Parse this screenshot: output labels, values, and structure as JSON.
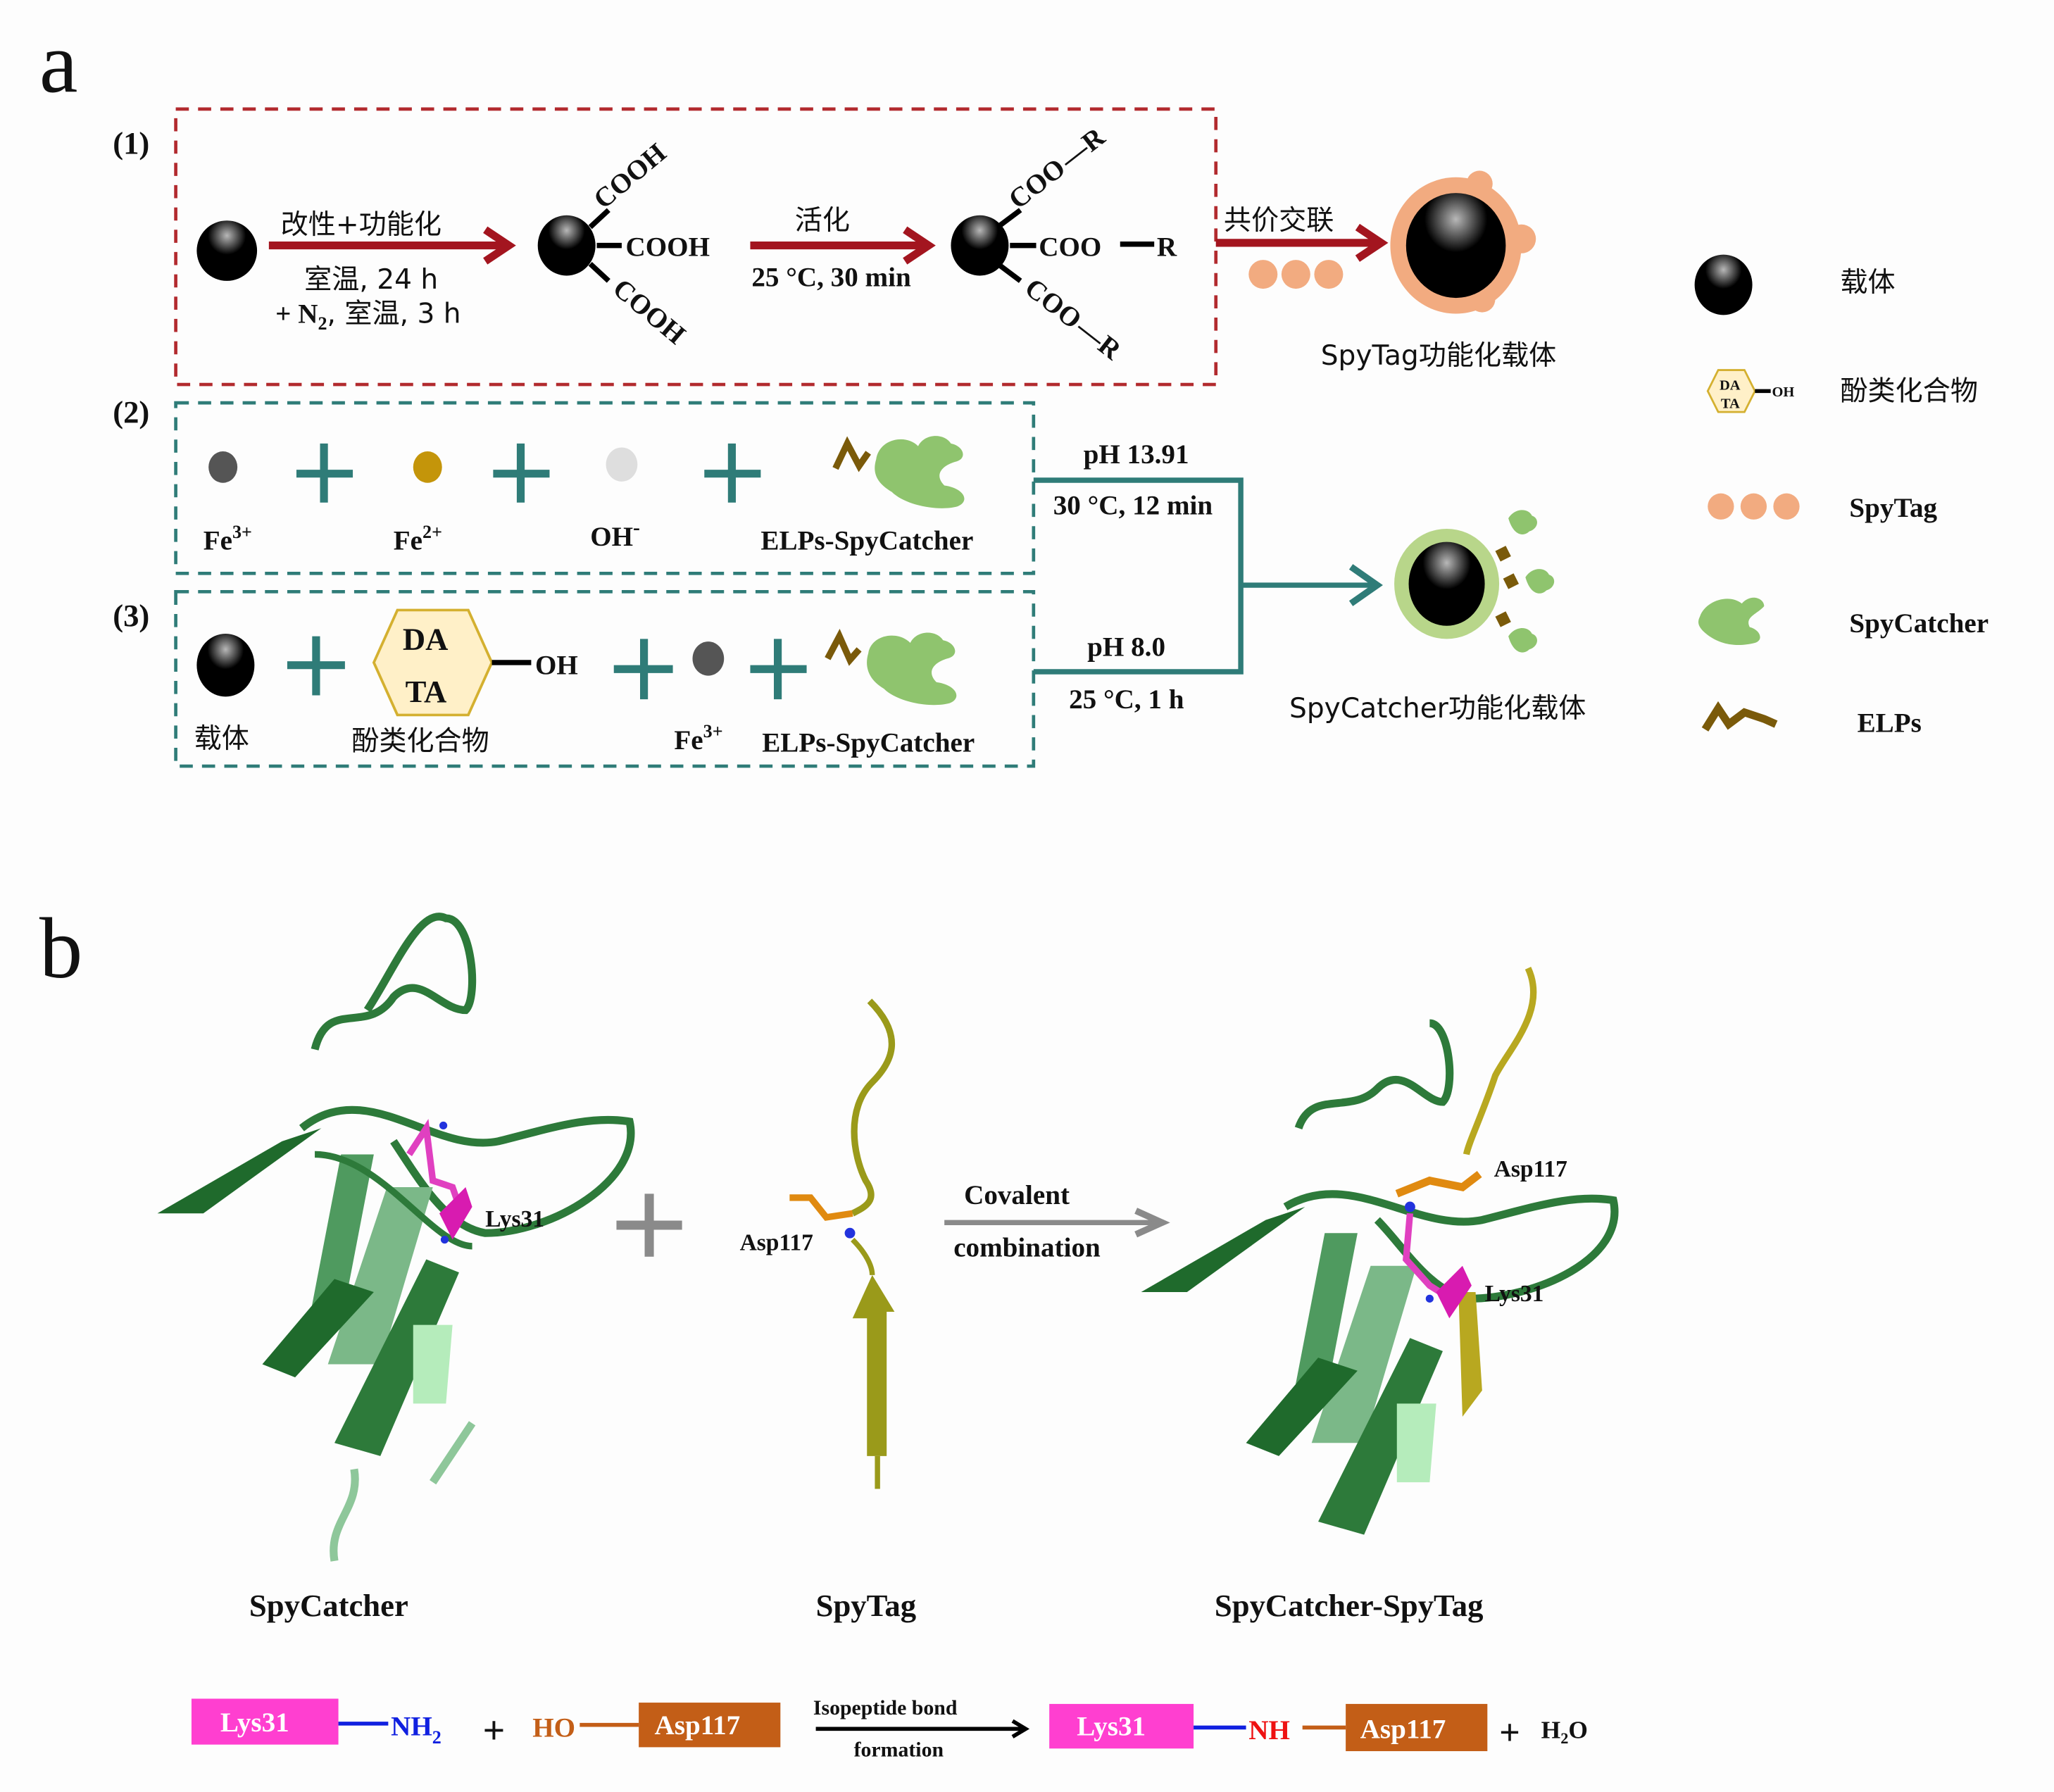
{
  "panel_a": {
    "letter": "a",
    "step1": {
      "number": "(1)",
      "arrow1_top": "改性+功能化",
      "arrow1_bottom_1": "室温, 24 h",
      "arrow1_bottom_2a": "+ N",
      "arrow1_bottom_2sub": "2",
      "arrow1_bottom_2b": ", 室温, 3 h",
      "group_cooh": "COOH",
      "arrow2_top": "活化",
      "arrow2_bottom": "25 °C, 30 min",
      "group_coo": "COO",
      "group_r": "R",
      "arrow3_top": "共价交联",
      "product_label": "SpyTag功能化载体"
    },
    "step2": {
      "number": "(2)",
      "items": [
        {
          "label": "Fe",
          "sup": "3+"
        },
        {
          "label": "Fe",
          "sup": "2+"
        },
        {
          "label": "OH",
          "sup": "-"
        },
        {
          "label": "ELPs-SpyCatcher",
          "sup": ""
        }
      ],
      "cond_top": "pH 13.91",
      "cond_bottom": "30 °C, 12 min"
    },
    "step3": {
      "number": "(3)",
      "items": [
        {
          "label": "载体",
          "sup": ""
        },
        {
          "label": "酚类化合物",
          "sup": ""
        },
        {
          "label": "Fe",
          "sup": "3+"
        },
        {
          "label": "ELPs-SpyCatcher",
          "sup": ""
        }
      ],
      "data_hex_top": "DA",
      "data_hex_bottom": "TA",
      "oh": "OH",
      "cond_top": "pH 8.0",
      "cond_bottom": "25 °C, 1 h"
    },
    "product2_label": "SpyCatcher功能化载体",
    "legend": [
      {
        "icon": "carrier-bead",
        "label": "载体"
      },
      {
        "icon": "phenolic-compound",
        "label": "酚类化合物",
        "hex_top": "DA",
        "hex_bottom": "TA",
        "oh": "OH"
      },
      {
        "icon": "spytag",
        "label": "SpyTag"
      },
      {
        "icon": "spycatcher",
        "label": "SpyCatcher"
      },
      {
        "icon": "elps",
        "label": "ELPs"
      }
    ],
    "colors": {
      "step1_border": "#b22a2e",
      "arrow_red": "#a3151f",
      "teal": "#2f7c78",
      "spytag": "#f2ab80",
      "spycatcher": "#8fc46e",
      "elps": "#7a5a0a",
      "fe3": "#555555",
      "fe2": "#c4950a",
      "oh": "#dedede",
      "hex_fill": "#fff0c8",
      "hex_stroke": "#d4b030",
      "green_shell": "#b8d68a"
    }
  },
  "panel_b": {
    "letter": "b",
    "plus": "+",
    "arrow_top": "Covalent",
    "arrow_bottom": "combination",
    "spycatcher_residue": "Lys31",
    "spytag_residue": "Asp117",
    "complex_residue_1": "Asp117",
    "complex_residue_2": "Lys31",
    "titles": [
      "SpyCatcher",
      "SpyTag",
      "SpyCatcher-SpyTag"
    ],
    "reaction": {
      "lys_box": "Lys31",
      "nh2": "NH",
      "nh2_sub": "2",
      "plus1": "+",
      "ho": "HO",
      "asp_box": "Asp117",
      "arrow_top": "Isopeptide bond",
      "arrow_bottom": "formation",
      "lys_box2": "Lys31",
      "nh": "NH",
      "asp_box2": "Asp117",
      "plus2": "+",
      "water": "H",
      "water_sub": "2",
      "water_end": "O"
    },
    "colors": {
      "lys": "#ff3fd0",
      "asp": "#c35e17",
      "blue": "#1020e0",
      "red_nh": "#ee1111",
      "protein_dark": "#2d7a3a",
      "protein_light": "#8ec79a",
      "spytag_olive": "#9a9a1a",
      "arrow_gray": "#8a8a8a"
    }
  }
}
